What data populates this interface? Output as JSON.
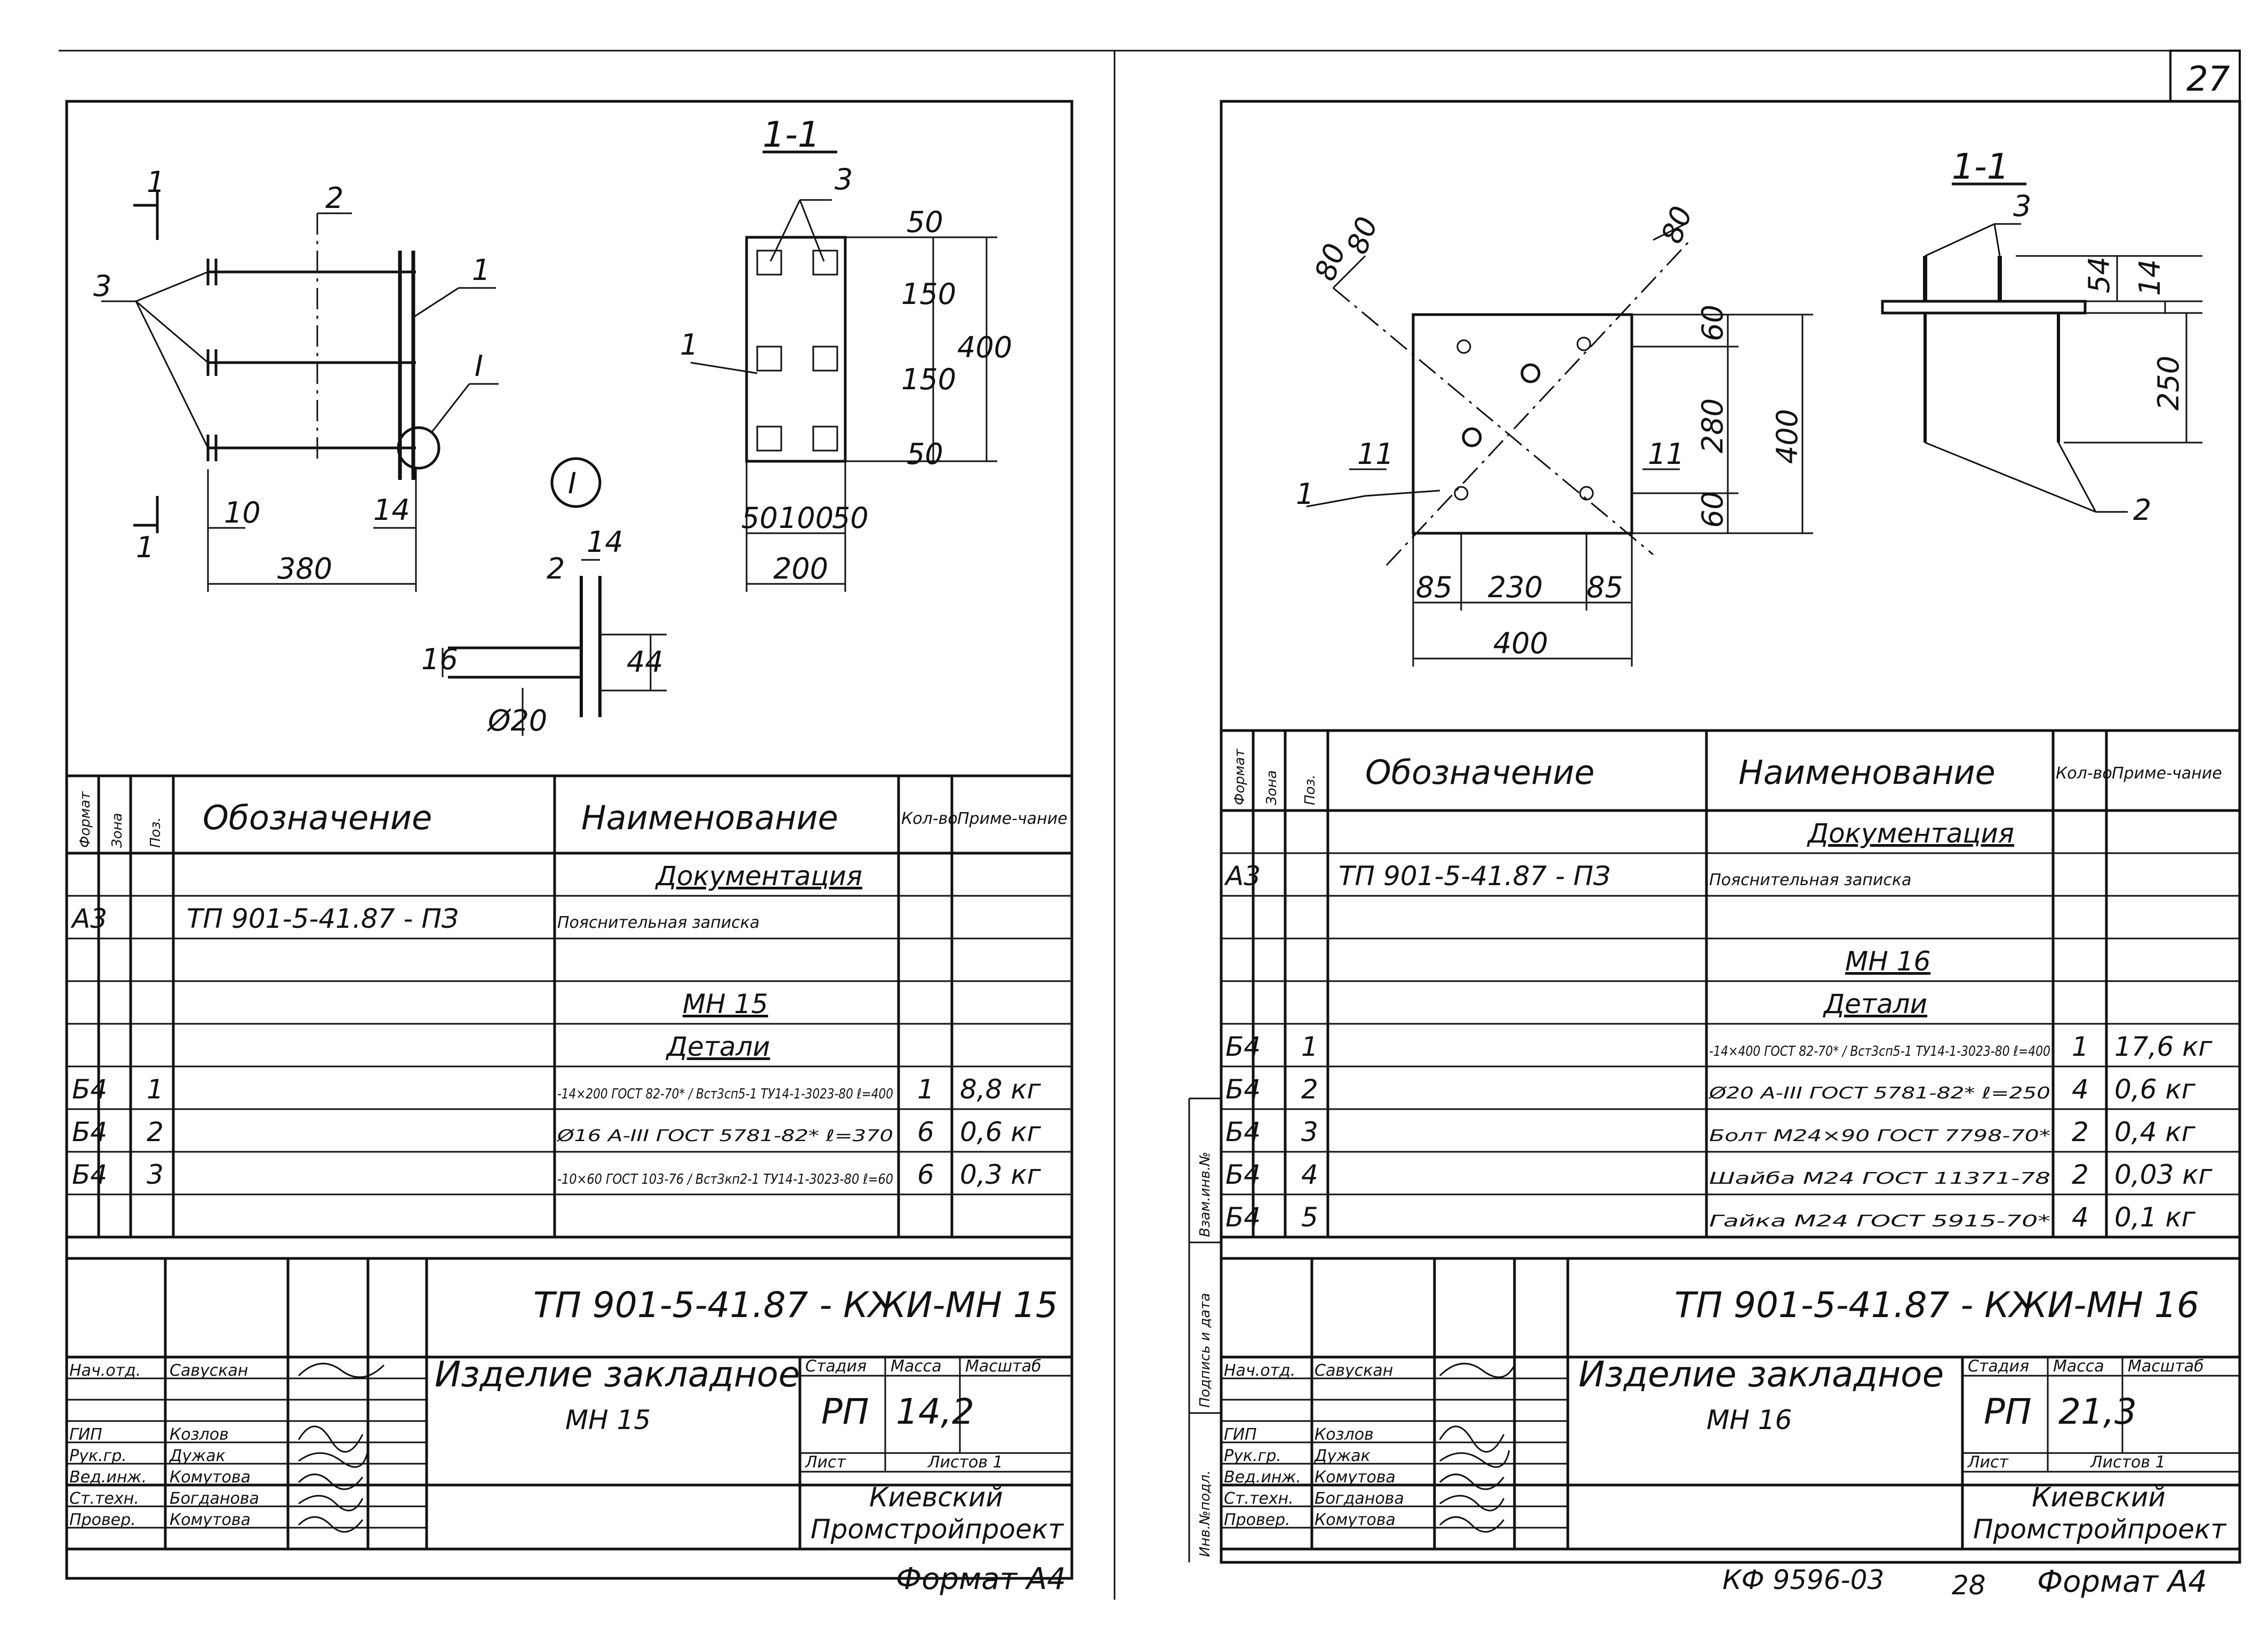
{
  "page_number": "27",
  "left_sheet": {
    "section_label": "1-1",
    "detail_label": "I",
    "dims_main": {
      "d380": "380",
      "d10": "10",
      "d14": "14"
    },
    "dims_plate": {
      "d50a": "50",
      "d150a": "150",
      "d150b": "150",
      "d50b": "50",
      "d400": "400",
      "d50c": "50",
      "d100": "100",
      "d50d": "50",
      "d200": "200"
    },
    "dims_detail": {
      "d14": "14",
      "d16": "16",
      "d44": "44",
      "phi20": "Ø20",
      "d2": "2"
    },
    "pos_labels": {
      "p1": "1",
      "p2": "2",
      "p3": "3",
      "s1a": "1",
      "s1b": "1",
      "plate1": "1",
      "plate3": "3",
      "callout": "I"
    },
    "table_headers": {
      "format": "Формат",
      "zone": "Зона",
      "pos": "Поз.",
      "designation": "Обозначение",
      "name": "Наименование",
      "qty": "Кол-во",
      "note": "Приме-чание"
    },
    "rows": [
      {
        "fmt": "",
        "pos": "",
        "desig": "",
        "name": "Документация",
        "qty": "",
        "note": ""
      },
      {
        "fmt": "А3",
        "pos": "",
        "desig": "ТП 901-5-41.87 - ПЗ",
        "name": "Пояснительная записка",
        "qty": "",
        "note": ""
      },
      {
        "fmt": "",
        "pos": "",
        "desig": "",
        "name": "",
        "qty": "",
        "note": ""
      },
      {
        "fmt": "",
        "pos": "",
        "desig": "",
        "name": "МН 15",
        "qty": "",
        "note": ""
      },
      {
        "fmt": "",
        "pos": "",
        "desig": "",
        "name": "Детали",
        "qty": "",
        "note": ""
      },
      {
        "fmt": "Б4",
        "pos": "1",
        "desig": "",
        "name": "-14×200 ГОСТ 82-70* / Вст3сп5-1 ТУ14-1-3023-80 ℓ=400",
        "qty": "1",
        "note": "8,8 кг"
      },
      {
        "fmt": "Б4",
        "pos": "2",
        "desig": "",
        "name": "Ø16 А-III ГОСТ 5781-82* ℓ=370",
        "qty": "6",
        "note": "0,6 кг"
      },
      {
        "fmt": "Б4",
        "pos": "3",
        "desig": "",
        "name": "-10×60 ГОСТ 103-76 / Вст3кп2-1 ТУ14-1-3023-80 ℓ=60",
        "qty": "6",
        "note": "0,3 кг"
      }
    ],
    "stamp": {
      "doc_code": "ТП 901-5-41.87 - КЖИ-МН 15",
      "item_name": "Изделие закладное",
      "item_mark": "МН 15",
      "stage_label": "Стадия",
      "mass_label": "Масса",
      "scale_label": "Масштаб",
      "stage": "РП",
      "mass": "14,2",
      "sheet_label": "Лист",
      "sheets_label": "Листов 1",
      "org_line1": "Киевский",
      "org_line2": "Промстройпроект",
      "people": [
        {
          "role": "Нач.отд.",
          "name": "Савускан"
        },
        {
          "role": "ГИП",
          "name": "Козлов"
        },
        {
          "role": "Рук.гр.",
          "name": "Дужак"
        },
        {
          "role": "Вед.инж.",
          "name": "Комутова"
        },
        {
          "role": "Ст.техн.",
          "name": "Богданова"
        },
        {
          "role": "Провер.",
          "name": "Комутова"
        }
      ]
    },
    "format_label": "Формат А4"
  },
  "right_sheet": {
    "section_label": "1-1",
    "dims_plan": {
      "d85a": "85",
      "d230": "230",
      "d85b": "85",
      "d400w": "400",
      "d60a": "60",
      "d280": "280",
      "d60b": "60",
      "d400h": "400",
      "d80a": "80",
      "d80b": "80",
      "d80c": "80"
    },
    "dims_section": {
      "d54": "54",
      "d14": "14",
      "d250": "250"
    },
    "pos_labels": {
      "plate": "1",
      "cut_a": "11",
      "cut_b": "11",
      "sec3": "3",
      "sec2": "2"
    },
    "table_headers": {
      "format": "Формат",
      "zone": "Зона",
      "pos": "Поз.",
      "designation": "Обозначение",
      "name": "Наименование",
      "qty": "Кол-во",
      "note": "Приме-чание"
    },
    "rows": [
      {
        "fmt": "",
        "pos": "",
        "desig": "",
        "name": "Документация",
        "qty": "",
        "note": ""
      },
      {
        "fmt": "А3",
        "pos": "",
        "desig": "ТП 901-5-41.87 - ПЗ",
        "name": "Пояснительная записка",
        "qty": "",
        "note": ""
      },
      {
        "fmt": "",
        "pos": "",
        "desig": "",
        "name": "",
        "qty": "",
        "note": ""
      },
      {
        "fmt": "",
        "pos": "",
        "desig": "",
        "name": "МН 16",
        "qty": "",
        "note": ""
      },
      {
        "fmt": "",
        "pos": "",
        "desig": "",
        "name": "Детали",
        "qty": "",
        "note": ""
      },
      {
        "fmt": "Б4",
        "pos": "1",
        "desig": "",
        "name": "-14×400 ГОСТ 82-70* / Вст3сп5-1 ТУ14-1-3023-80 ℓ=400",
        "qty": "1",
        "note": "17,6 кг"
      },
      {
        "fmt": "Б4",
        "pos": "2",
        "desig": "",
        "name": "Ø20 А-III ГОСТ 5781-82* ℓ=250",
        "qty": "4",
        "note": "0,6 кг"
      },
      {
        "fmt": "Б4",
        "pos": "3",
        "desig": "",
        "name": "Болт М24×90 ГОСТ 7798-70*",
        "qty": "2",
        "note": "0,4 кг"
      },
      {
        "fmt": "Б4",
        "pos": "4",
        "desig": "",
        "name": "Шайба М24 ГОСТ 11371-78",
        "qty": "2",
        "note": "0,03 кг"
      },
      {
        "fmt": "Б4",
        "pos": "5",
        "desig": "",
        "name": "Гайка М24 ГОСТ 5915-70*",
        "qty": "4",
        "note": "0,1 кг"
      }
    ],
    "side_labels": {
      "a": "Взам.инв.№",
      "b": "Подпись и дата",
      "c": "Инв.№подл."
    },
    "stamp": {
      "doc_code": "ТП 901-5-41.87 - КЖИ-МН 16",
      "item_name": "Изделие закладное",
      "item_mark": "МН 16",
      "stage_label": "Стадия",
      "mass_label": "Масса",
      "scale_label": "Масштаб",
      "stage": "РП",
      "mass": "21,3",
      "sheet_label": "Лист",
      "sheets_label": "Листов 1",
      "org_line1": "Киевский",
      "org_line2": "Промстройпроект",
      "people": [
        {
          "role": "Нач.отд.",
          "name": "Савускан"
        },
        {
          "role": "ГИП",
          "name": "Козлов"
        },
        {
          "role": "Рук.гр.",
          "name": "Дужак"
        },
        {
          "role": "Вед.инж.",
          "name": "Комутова"
        },
        {
          "role": "Ст.техн.",
          "name": "Богданова"
        },
        {
          "role": "Провер.",
          "name": "Комутова"
        }
      ]
    },
    "copy_code": "КФ 9596-03",
    "footer_number": "28",
    "format_label": "Формат А4"
  }
}
